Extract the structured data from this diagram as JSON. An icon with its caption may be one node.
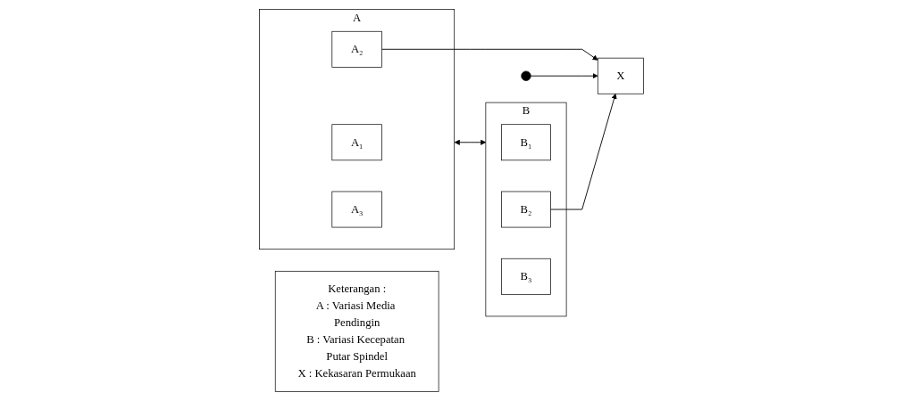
{
  "diagram": {
    "nodes": [
      {
        "text": [
          "A"
        ]
      },
      {
        "text": [
          "A₁"
        ],
        "in": 0
      },
      {
        "text": [
          "A₂"
        ],
        "in": 0
      },
      {
        "text": [
          "A₃"
        ],
        "in": 0
      },
      {
        "text": [
          "B"
        ]
      },
      {
        "text": [
          "B₁"
        ],
        "in": 4
      },
      {
        "text": [
          "B₂"
        ],
        "in": 4
      },
      {
        "text": [
          "B₃"
        ],
        "in": 4
      },
      {
        "text": [
          "X"
        ]
      },
      {
        "text": [
          "Keterangan :",
          "A : Variasi Media Pendingin",
          "B : Variasi Kecepatan Putar Spindel",
          "X : Kekasaran Permukaan"
        ]
      }
    ],
    "edges": [
      {
        "from": 2,
        "to": 8,
        "arrow": "to"
      },
      {
        "from": 0,
        "to": 4,
        "arrow": "both"
      },
      {
        "from": null,
        "to": 8,
        "arrow": "to"
      },
      {
        "from": 6,
        "to": 8,
        "arrow": "to"
      }
    ]
  }
}
